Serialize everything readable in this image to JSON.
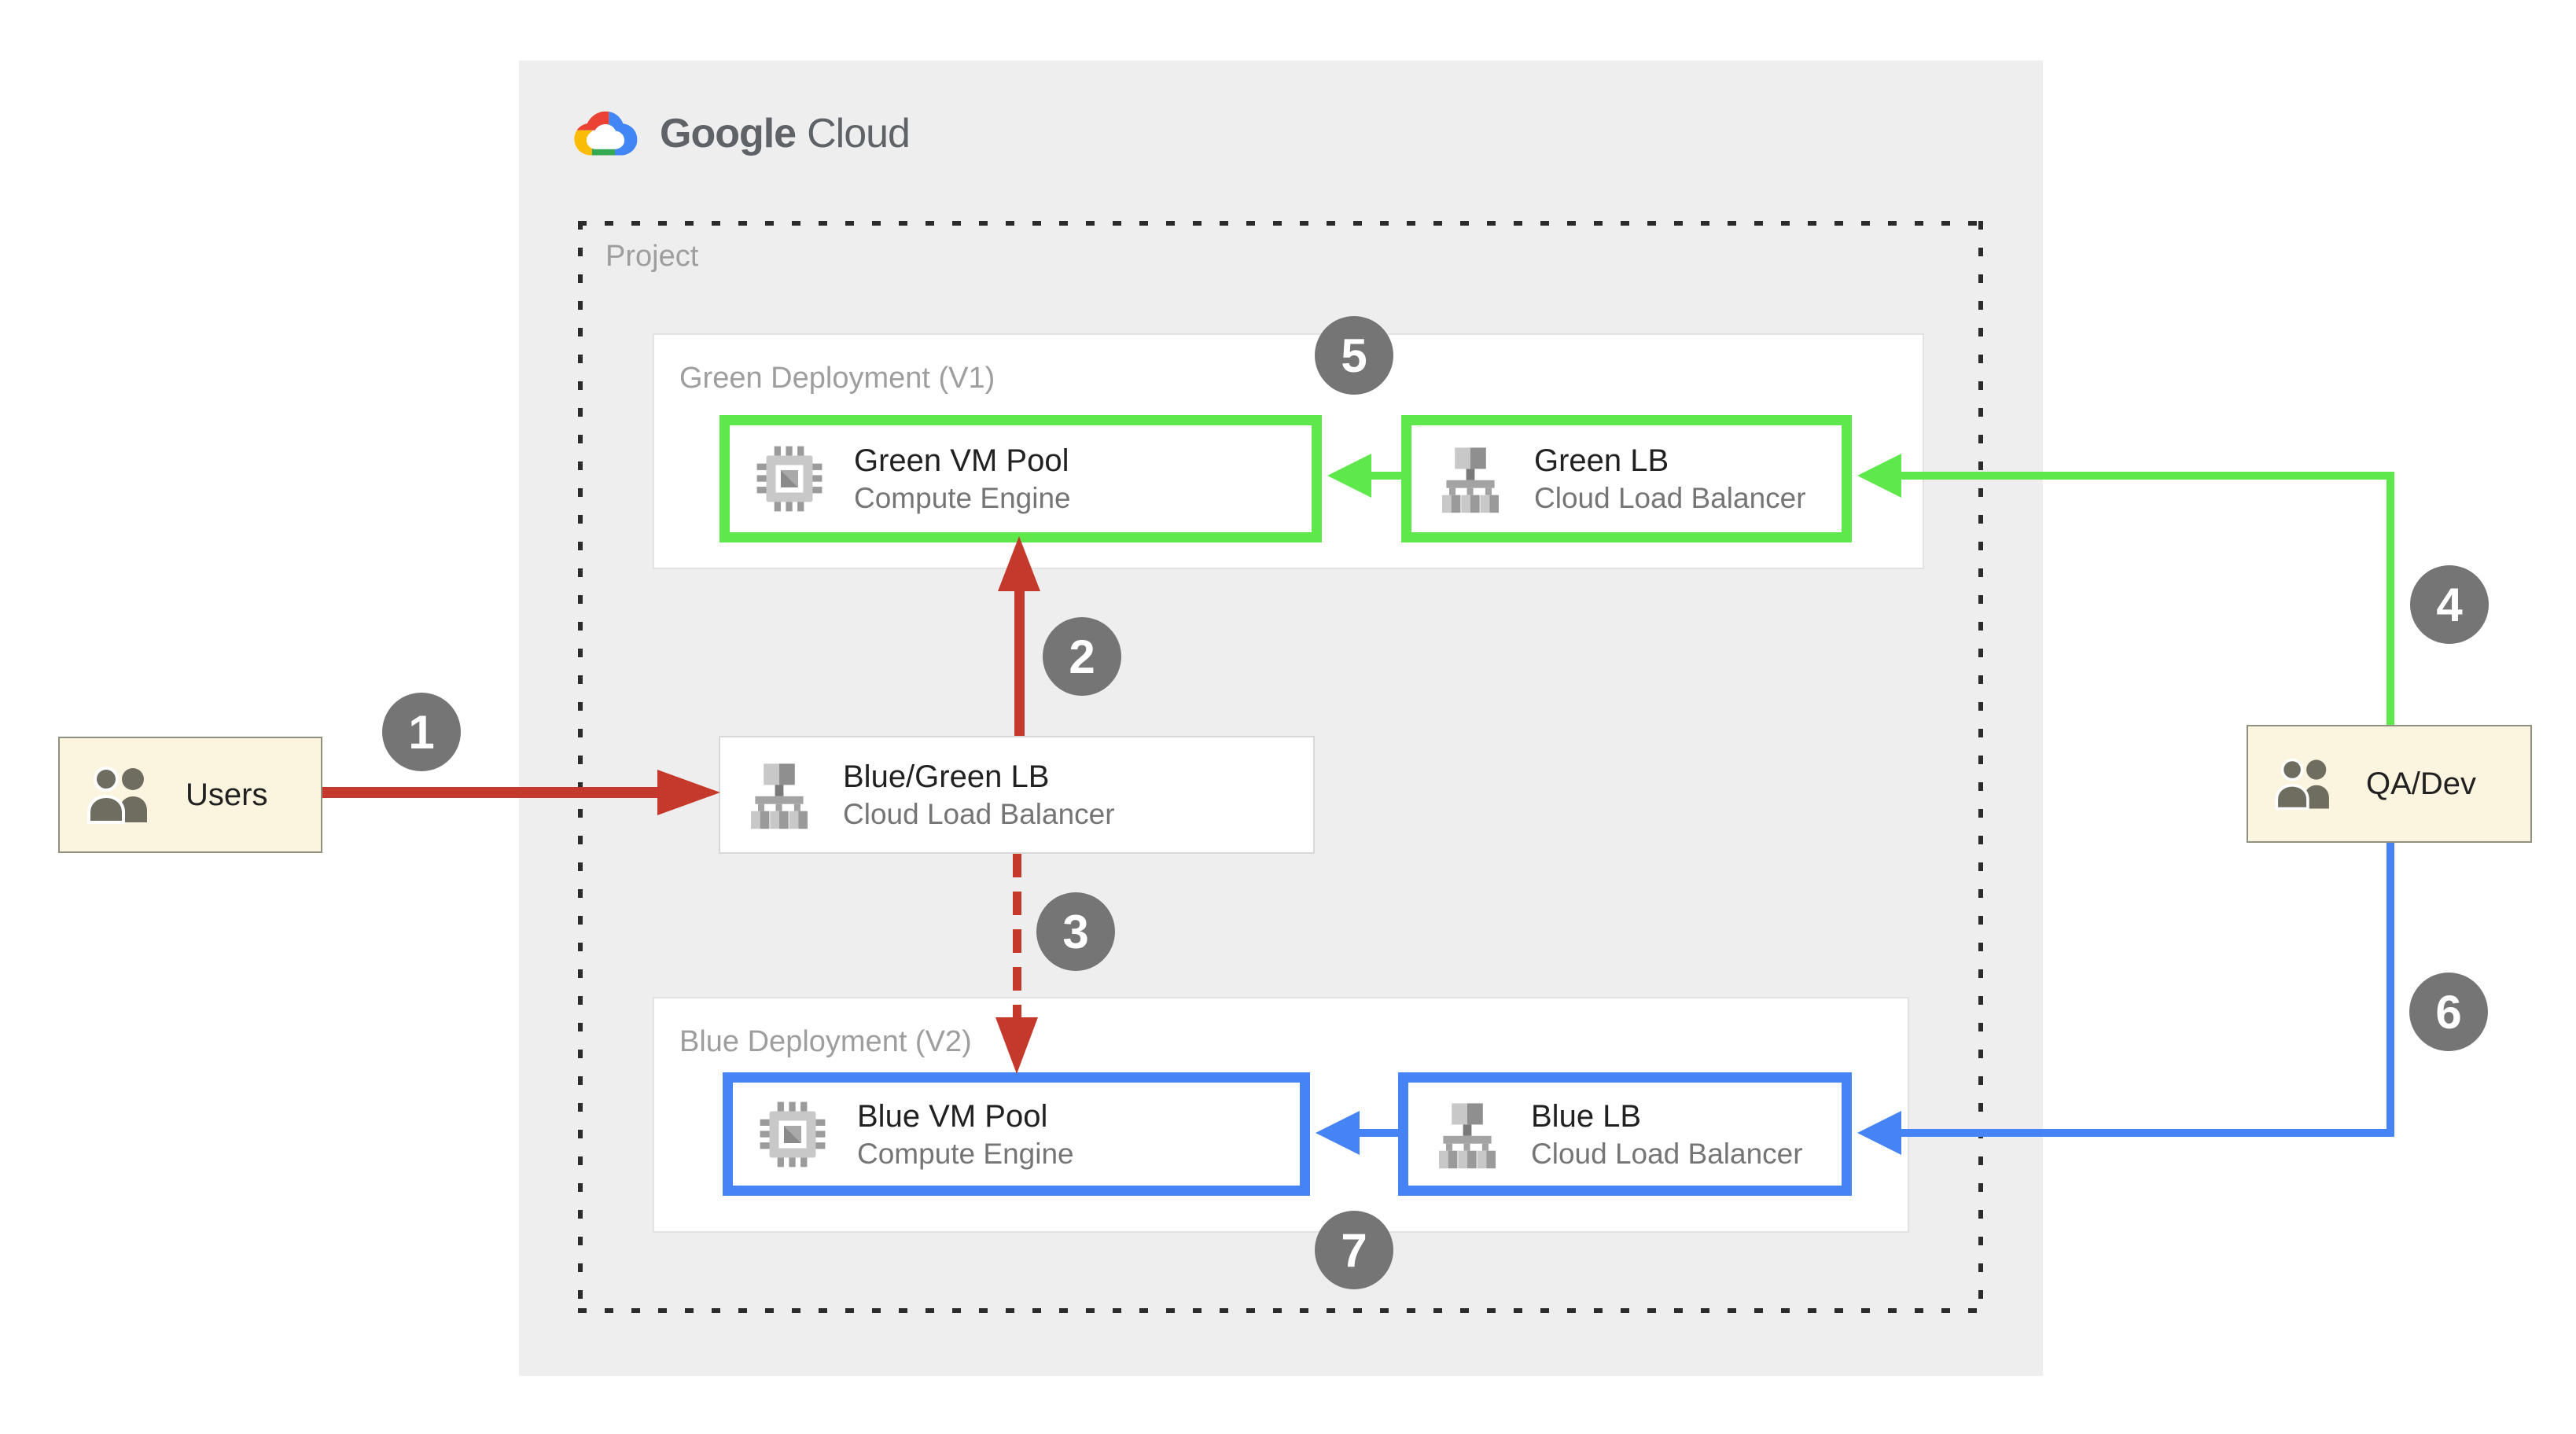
{
  "colors": {
    "red": "#C4392B",
    "green": "#5FE84C",
    "blue": "#4683F4",
    "badge": "#757575",
    "panel": "#EEEEEE",
    "cream": "#FBF4DE",
    "cream_border": "#90907F",
    "title_gray": "#9E9E9E",
    "label_dark": "#212121",
    "label_gray": "#757575",
    "wordmark": "#5F6368",
    "box_border": "#E2E2E2",
    "dotted": "#2B2B2B"
  },
  "logo": {
    "word1": "Google",
    "word2": "Cloud"
  },
  "project": {
    "label": "Project"
  },
  "deployments": {
    "green": {
      "title": "Green Deployment (V1)",
      "vm": {
        "title": "Green VM Pool",
        "subtitle": "Compute Engine"
      },
      "lb": {
        "title": "Green LB",
        "subtitle": "Cloud Load Balancer"
      }
    },
    "blue": {
      "title": "Blue Deployment (V2)",
      "vm": {
        "title": "Blue VM Pool",
        "subtitle": "Compute Engine"
      },
      "lb": {
        "title": "Blue LB",
        "subtitle": "Cloud Load Balancer"
      }
    }
  },
  "router": {
    "title": "Blue/Green LB",
    "subtitle": "Cloud Load Balancer"
  },
  "actors": {
    "users": {
      "label": "Users"
    },
    "qa": {
      "label": "QA/Dev"
    }
  },
  "badges": [
    {
      "n": "1"
    },
    {
      "n": "2"
    },
    {
      "n": "3"
    },
    {
      "n": "4"
    },
    {
      "n": "5"
    },
    {
      "n": "6"
    },
    {
      "n": "7"
    }
  ],
  "icons": {
    "compute_engine": "chip-icon",
    "load_balancer": "node-tree-icon",
    "actor": "people-icon",
    "logo": "google-cloud-logo"
  }
}
